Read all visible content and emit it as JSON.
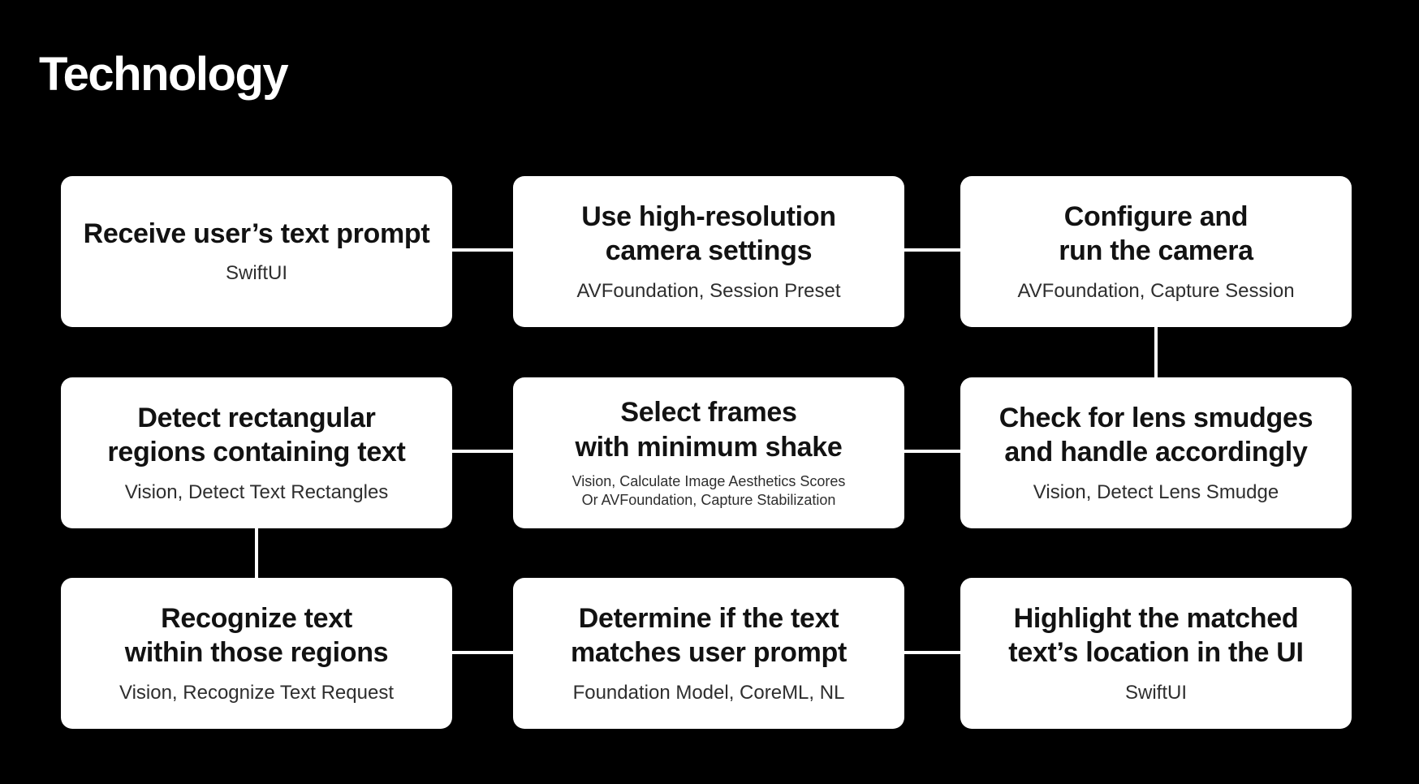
{
  "slide": {
    "title": "Technology",
    "background_color": "#000000",
    "card_color": "#ffffff",
    "card_title_color": "#121212",
    "card_subtitle_color": "#2e2e2e",
    "connector_color": "#ffffff"
  },
  "flowchart": {
    "cards": [
      {
        "id": "receive-user-text-prompt",
        "title": "Receive user’s text prompt",
        "subtitle": "SwiftUI"
      },
      {
        "id": "use-high-resolution-camera-settings",
        "title": "Use high-resolution\ncamera settings",
        "subtitle": "AVFoundation, Session Preset"
      },
      {
        "id": "configure-and-run-the-camera",
        "title": "Configure and\nrun the camera",
        "subtitle": "AVFoundation, Capture Session"
      },
      {
        "id": "detect-rectangular-regions",
        "title": "Detect rectangular\nregions containing text",
        "subtitle": "Vision, Detect Text Rectangles"
      },
      {
        "id": "select-frames-minimum-shake",
        "title": "Select frames\nwith minimum shake",
        "subtitle": "Vision, Calculate Image Aesthetics Scores\nOr AVFoundation, Capture Stabilization"
      },
      {
        "id": "check-lens-smudges",
        "title": "Check for lens smudges\nand handle accordingly",
        "subtitle": "Vision, Detect Lens Smudge"
      },
      {
        "id": "recognize-text-within-regions",
        "title": "Recognize text\nwithin those regions",
        "subtitle": "Vision, Recognize Text Request"
      },
      {
        "id": "determine-text-matches-prompt",
        "title": "Determine if the text\nmatches user prompt",
        "subtitle": "Foundation Model, CoreML, NL"
      },
      {
        "id": "highlight-matched-text-location",
        "title": "Highlight the matched\ntext’s location in the UI",
        "subtitle": "SwiftUI"
      }
    ],
    "flow_order": [
      "receive-user-text-prompt",
      "use-high-resolution-camera-settings",
      "configure-and-run-the-camera",
      "check-lens-smudges",
      "select-frames-minimum-shake",
      "detect-rectangular-regions",
      "recognize-text-within-regions",
      "determine-text-matches-prompt",
      "highlight-matched-text-location"
    ]
  }
}
